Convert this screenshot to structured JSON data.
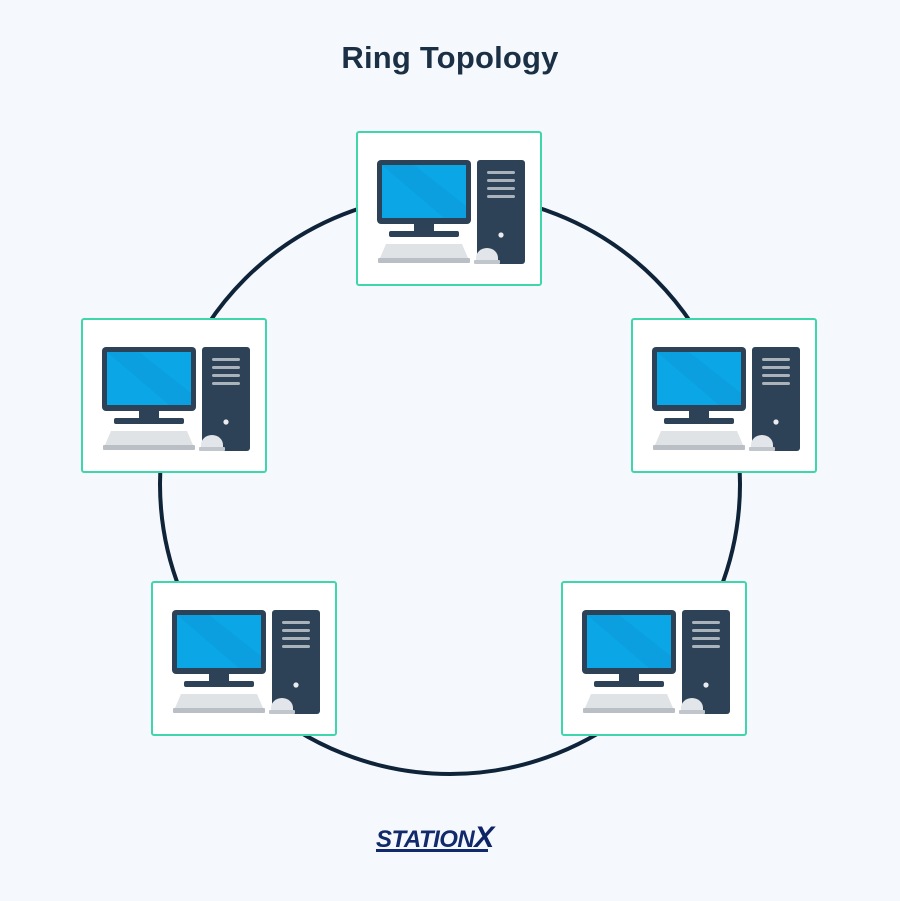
{
  "title": "Ring Topology",
  "logo": {
    "text_main": "STATION",
    "text_x": "X"
  },
  "colors": {
    "background": "#f5f9fd",
    "title": "#1b2f45",
    "ring": "#0f2439",
    "node_border": "#3ed6aa",
    "screen": "#0aa6e6",
    "case": "#2e4257",
    "logo": "#122a6b"
  },
  "nodes": [
    {
      "icon": "desktop-computer-icon"
    },
    {
      "icon": "desktop-computer-icon"
    },
    {
      "icon": "desktop-computer-icon"
    },
    {
      "icon": "desktop-computer-icon"
    },
    {
      "icon": "desktop-computer-icon"
    }
  ]
}
